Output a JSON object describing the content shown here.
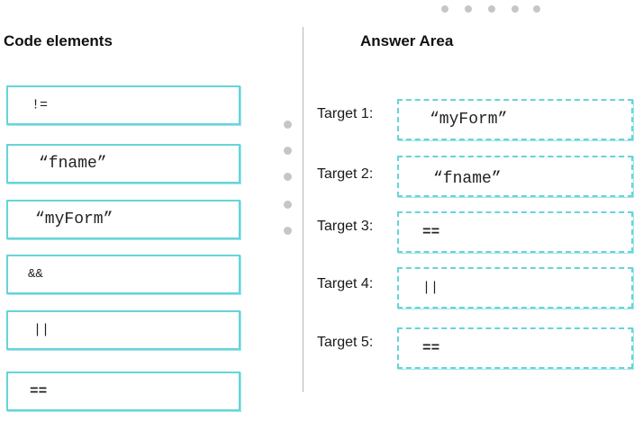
{
  "left_panel": {
    "title": "Code elements",
    "items": [
      {
        "label": "!="
      },
      {
        "label": "“fname”"
      },
      {
        "label": "“myForm”"
      },
      {
        "label": "&&"
      },
      {
        "label": "||"
      },
      {
        "label": "=="
      }
    ]
  },
  "right_panel": {
    "title": "Answer Area",
    "targets": [
      {
        "label": "Target 1:",
        "value": "“myForm”"
      },
      {
        "label": "Target 2:",
        "value": "“fname”"
      },
      {
        "label": "Target 3:",
        "value": "=="
      },
      {
        "label": "Target 4:",
        "value": "||"
      },
      {
        "label": "Target 5:",
        "value": "=="
      }
    ]
  },
  "colors": {
    "box_border": "#67d4da",
    "dots": "#c6c6c6",
    "divider": "#b8b8b8"
  },
  "icons": {
    "top_handle": "horizontal-dots-icon",
    "middle_handle": "vertical-dots-icon"
  }
}
